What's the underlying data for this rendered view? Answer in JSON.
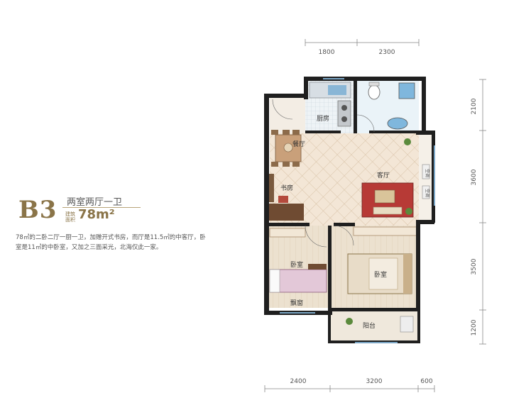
{
  "unit": {
    "code": "B3",
    "layout_type": "两室两厅一卫",
    "area_label": "建筑面积",
    "area_value": "78m²",
    "description": "78㎡的二卧二厅一厨一卫，加赠开式书房，而厅是11.5㎡的中客厅，卧室是11㎡的中卧室，又加之三面采光，北海仅此一家。"
  },
  "dimensions": {
    "top": [
      "1800",
      "2300"
    ],
    "bottom": [
      "2400",
      "3200",
      "600"
    ],
    "right": [
      "2100",
      "3600",
      "3500",
      "1200"
    ]
  },
  "rooms": {
    "kitchen": "厨房",
    "dining": "餐厅",
    "living": "客厅",
    "study": "书房",
    "bedroom_left": "卧室",
    "bedroom_right": "卧室",
    "bay_window": "飘窗",
    "balcony": "阳台",
    "ac1": "空调",
    "ac2": "空调"
  },
  "colors": {
    "wall": "#1f1f1f",
    "floor_tile": "#f3e6d6",
    "wood_floor": "#e9dcc8",
    "brand": "#8a7448"
  }
}
